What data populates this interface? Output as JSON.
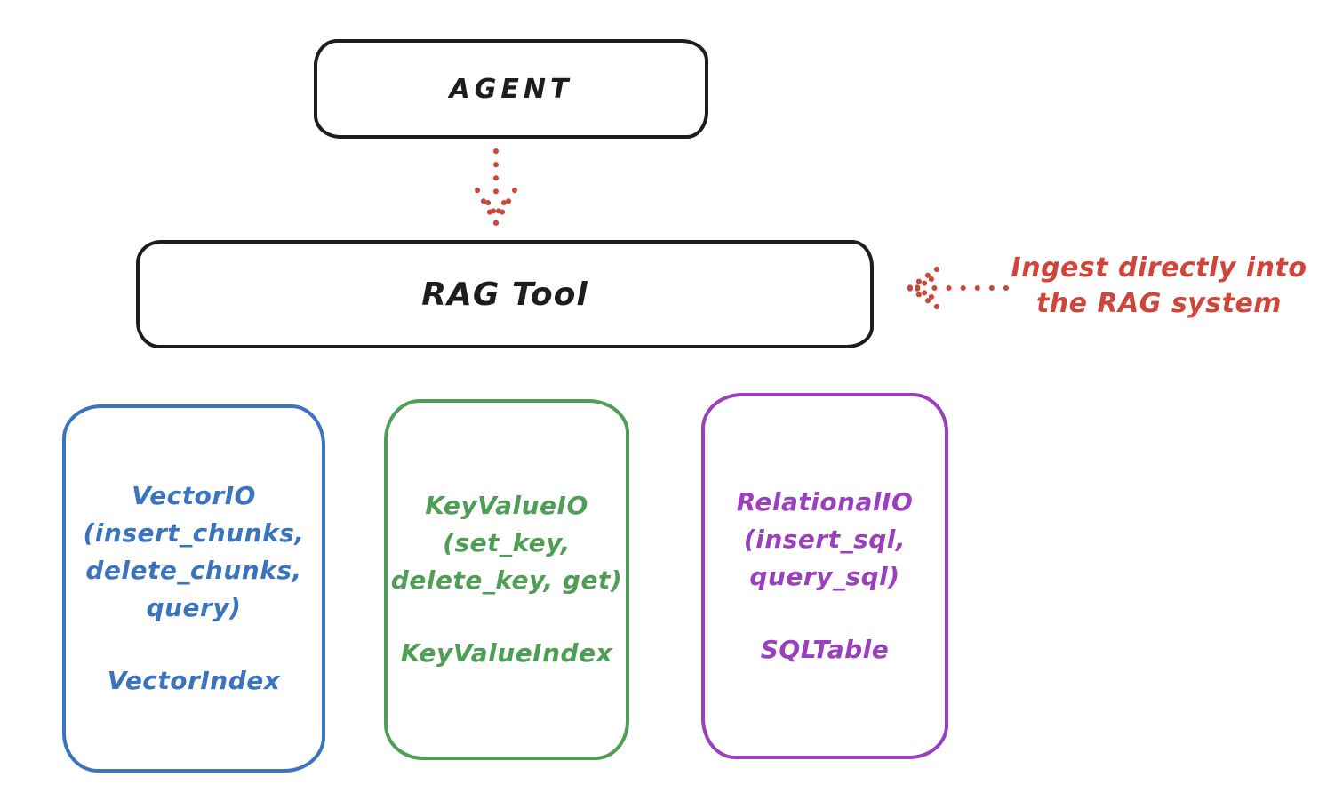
{
  "diagram": {
    "agent": {
      "label": "AGENT"
    },
    "rag_tool": {
      "label": "RAG Tool"
    },
    "annotation": {
      "line1": "Ingest directly into",
      "line2": "the RAG system"
    },
    "arrows": [
      {
        "name": "agent-to-rag-tool",
        "style": "dotted",
        "direction": "down"
      },
      {
        "name": "annotation-to-rag-tool",
        "style": "dotted",
        "direction": "left"
      }
    ],
    "backends": [
      {
        "name": "vector-io",
        "color": "#3a74bf",
        "line1": "VectorIO",
        "line2": "(insert_chunks,",
        "line3": "delete_chunks,",
        "line4": "query)",
        "index_label": "VectorIndex"
      },
      {
        "name": "keyvalue-io",
        "color": "#4f9e55",
        "line1": "KeyValueIO",
        "line2": "(set_key,",
        "line3": "delete_key, get)",
        "index_label": "KeyValueIndex"
      },
      {
        "name": "relational-io",
        "color": "#9a40bf",
        "line1": "RelationalIO",
        "line2": "(insert_sql,",
        "line3": "query_sql)",
        "index_label": "SQLTable"
      }
    ],
    "colors": {
      "ink": "#1d1d1d",
      "accent_red": "#d0453a",
      "background": "#ffffff"
    }
  }
}
